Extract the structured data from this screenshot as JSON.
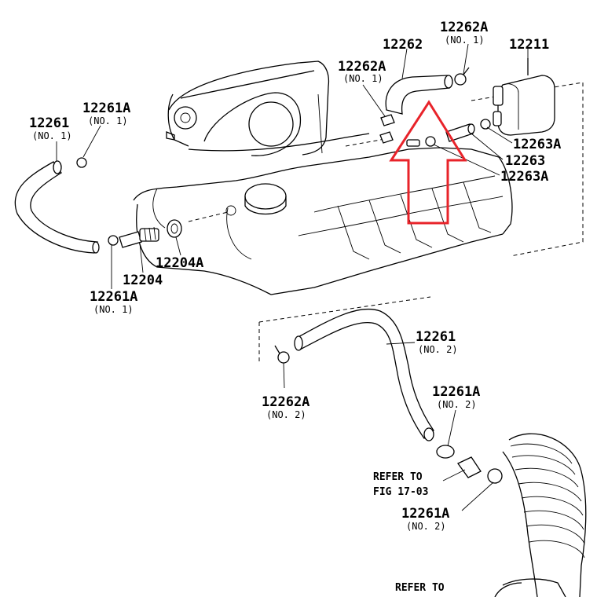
{
  "labels": {
    "p12262": "12262",
    "p12262A_top": "12262A",
    "p12262A_top_sub": "(NO. 1)",
    "p12211": "12211",
    "p12262A_left": "12262A",
    "p12262A_left_sub": "(NO. 1)",
    "p12261A_tl": "12261A",
    "p12261A_tl_sub": "(NO. 1)",
    "p12261_tl": "12261",
    "p12261_tl_sub": "(NO. 1)",
    "p12263A_a": "12263A",
    "p12263": "12263",
    "p12263A_b": "12263A",
    "p12204A": "12204A",
    "p12204": "12204",
    "p12261A_bl": "12261A",
    "p12261A_bl_sub": "(NO. 1)",
    "p12261_mid": "12261",
    "p12261_mid_sub": "(NO. 2)",
    "p12262A_low": "12262A",
    "p12262A_low_sub": "(NO. 2)",
    "p12261A_r1": "12261A",
    "p12261A_r1_sub": "(NO. 2)",
    "refer1_a": "REFER TO",
    "refer1_b": "FIG 17-03",
    "p12261A_r2": "12261A",
    "p12261A_r2_sub": "(NO. 2)",
    "refer2_a": "REFER TO"
  },
  "colors": {
    "highlight_arrow": "#e8232a",
    "line": "#000000",
    "background": "#ffffff"
  },
  "annotation": {
    "type": "outline-arrow",
    "direction": "up"
  }
}
